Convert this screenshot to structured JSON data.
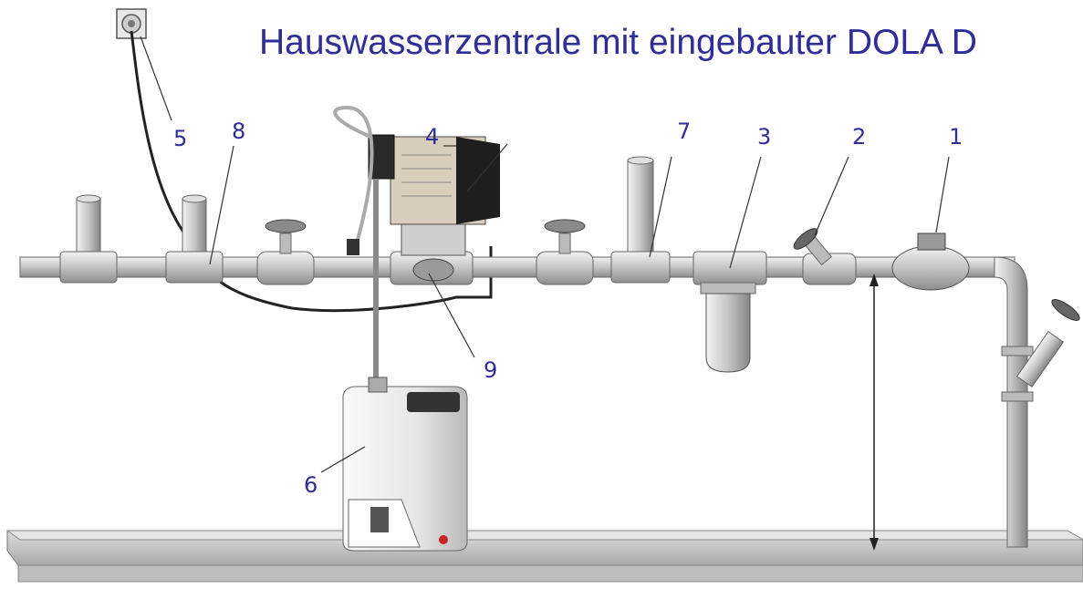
{
  "title": "Hauswasserzentrale mit eingebauter DOLA D",
  "callouts": {
    "n1": "1",
    "n2": "2",
    "n3": "3",
    "n4": "4",
    "n5": "5",
    "n6": "6",
    "n7": "7",
    "n8": "8",
    "n9": "9"
  },
  "colors": {
    "title": "#2f2d97",
    "labels": "#2f2d97",
    "pipe": "#c8c8c8",
    "pump_body": "#d9cdbd",
    "pump_head": "#1e1e1e",
    "tank": "#ededed",
    "shelf": "#cfcfcf"
  }
}
